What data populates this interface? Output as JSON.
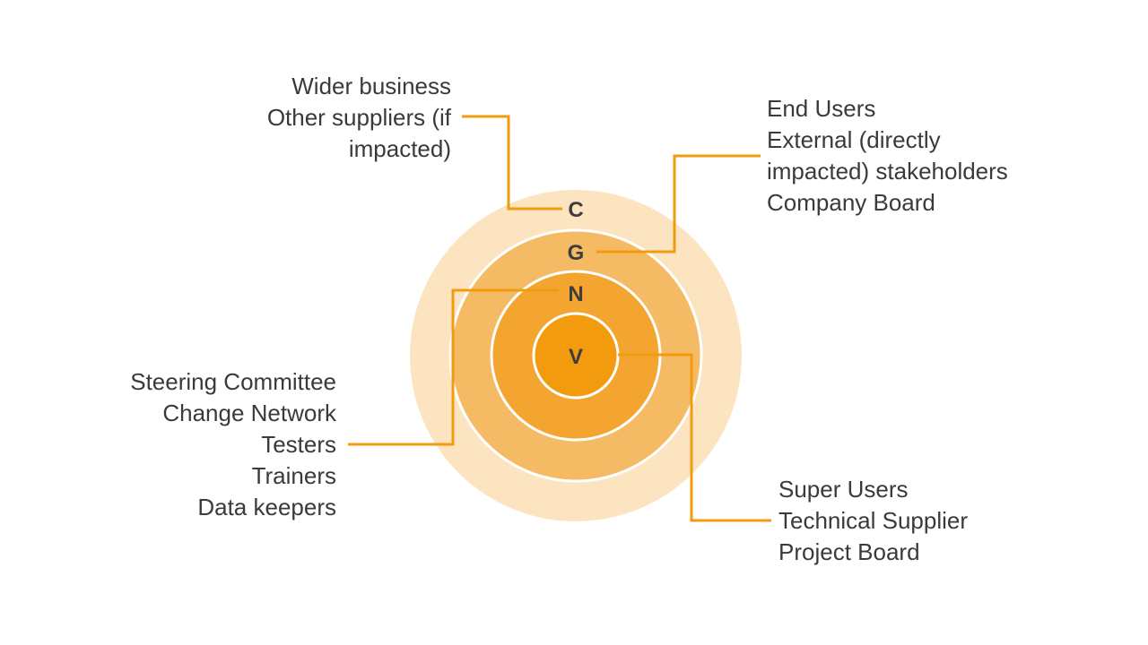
{
  "colors": {
    "ring_c": "#fde4c1",
    "ring_g": "#f4bb64",
    "ring_n": "#f3a52f",
    "ring_v": "#f29b0f",
    "ring_border": "#ffffff",
    "connector": "#f29b0f",
    "text": "#3a3a3a"
  },
  "rings": [
    {
      "id": "c",
      "letter": "C"
    },
    {
      "id": "g",
      "letter": "G"
    },
    {
      "id": "n",
      "letter": "N"
    },
    {
      "id": "v",
      "letter": "V"
    }
  ],
  "labels": {
    "c": [
      "Wider business",
      "Other suppliers (if",
      "impacted)"
    ],
    "g": [
      "End Users",
      "External (directly",
      "impacted) stakeholders",
      "Company Board"
    ],
    "n": [
      "Steering Committee",
      "Change Network",
      "Testers",
      "Trainers",
      "Data keepers"
    ],
    "v": [
      "Super Users",
      "Technical Supplier",
      "Project Board"
    ]
  }
}
